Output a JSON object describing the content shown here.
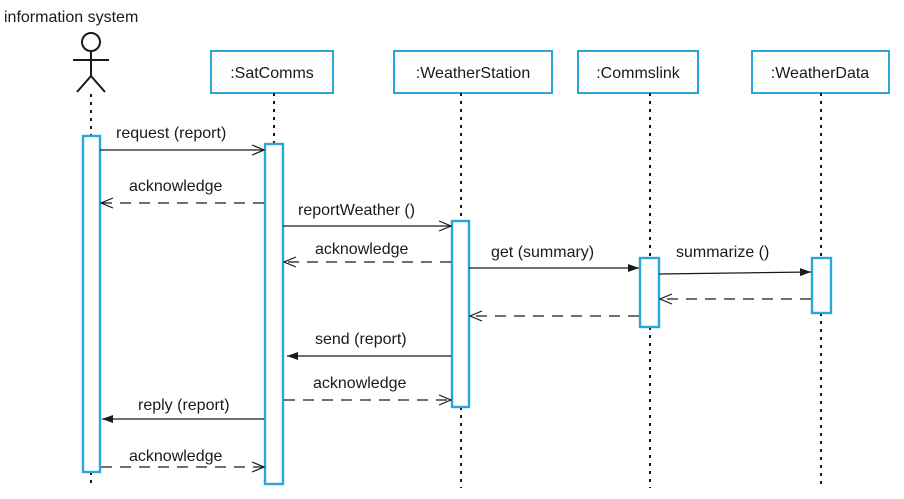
{
  "title": "information system",
  "lifelines": [
    {
      "label": ":SatComms"
    },
    {
      "label": ":WeatherStation"
    },
    {
      "label": ":Commslink"
    },
    {
      "label": ":WeatherData"
    }
  ],
  "messages": [
    {
      "label": "request (report)",
      "type": "sync"
    },
    {
      "label": "acknowledge",
      "type": "return"
    },
    {
      "label": "reportWeather ()",
      "type": "sync"
    },
    {
      "label": "acknowledge",
      "type": "return"
    },
    {
      "label": "get (summary)",
      "type": "sync"
    },
    {
      "label": "summarize ()",
      "type": "sync"
    },
    {
      "label": "",
      "type": "return"
    },
    {
      "label": "",
      "type": "return"
    },
    {
      "label": "send (report)",
      "type": "sync"
    },
    {
      "label": "acknowledge",
      "type": "return"
    },
    {
      "label": "reply (report)",
      "type": "sync"
    },
    {
      "label": "acknowledge",
      "type": "return"
    }
  ],
  "colors": {
    "box_border": "#2aa6dc",
    "line": "#1a1a1a"
  }
}
